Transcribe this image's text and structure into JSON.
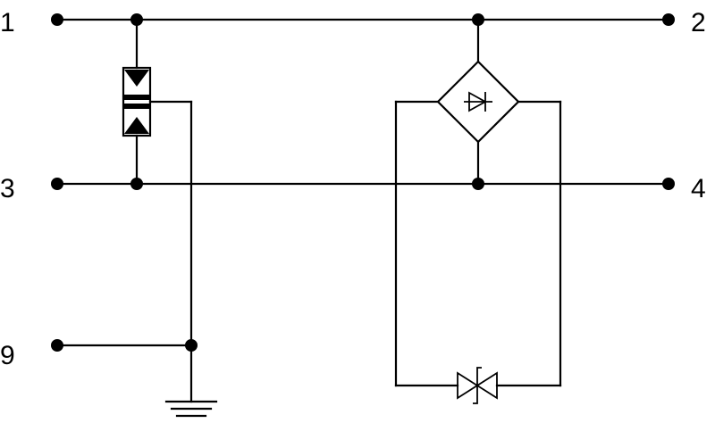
{
  "terminals": {
    "t1": "1",
    "t2": "2",
    "t3": "3",
    "t4": "4",
    "t9": "9"
  },
  "components": {
    "gas_discharge_tube": "gas-discharge-tube",
    "bridge_rectifier": "diode-bridge",
    "tvs_diode": "bidirectional-tvs-diode",
    "ground": "ground-symbol"
  }
}
